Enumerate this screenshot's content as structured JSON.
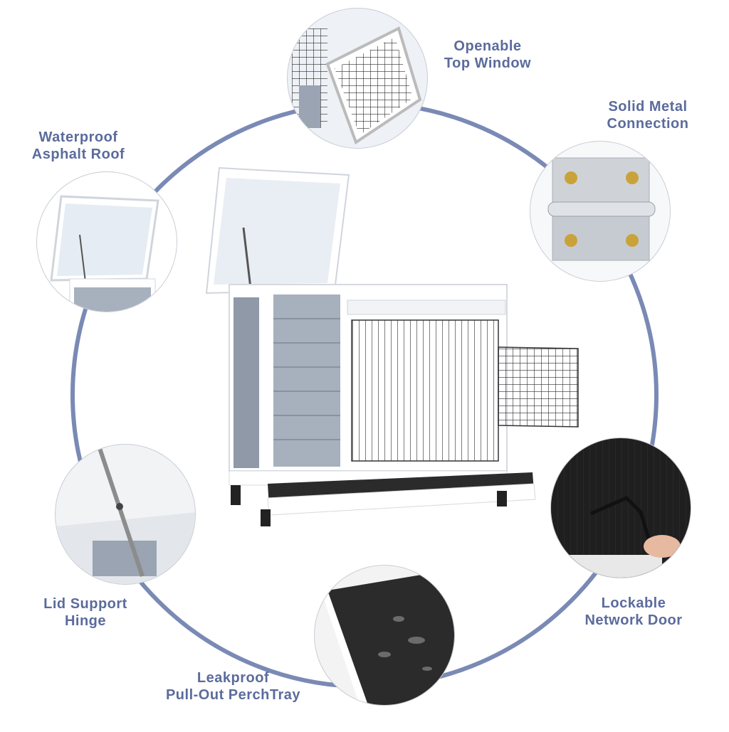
{
  "colors": {
    "label": "#5b6b9c",
    "ring": "#7a8ab5",
    "panel_gray": "#9aa4b2",
    "frame_white": "#ffffff",
    "wire": "#2a2a2a",
    "tray": "#2b2b2b",
    "brass": "#c9a23a"
  },
  "features": [
    {
      "id": "top-window",
      "icon": "openable-window-icon",
      "line1": "Openable",
      "line2": "Top Window"
    },
    {
      "id": "metal-connection",
      "icon": "metal-hinge-icon",
      "line1": "Solid Metal",
      "line2": "Connection"
    },
    {
      "id": "network-door",
      "icon": "lock-latch-icon",
      "line1": "Lockable",
      "line2": "Network Door"
    },
    {
      "id": "perch-tray",
      "icon": "pull-out-tray-icon",
      "line1": "Leakproof",
      "line2": "Pull-Out PerchTray"
    },
    {
      "id": "lid-hinge",
      "icon": "lid-support-hinge-icon",
      "line1": "Lid Support",
      "line2": "Hinge"
    },
    {
      "id": "asphalt-roof",
      "icon": "waterproof-roof-icon",
      "line1": "Waterproof",
      "line2": "Asphalt Roof"
    }
  ]
}
